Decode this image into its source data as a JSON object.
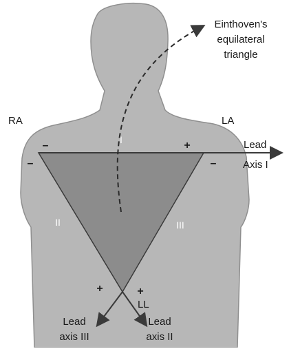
{
  "diagram": {
    "triangle_label": [
      "Einthoven's",
      "equilateral",
      "triangle"
    ],
    "electrodes": {
      "right_arm": "RA",
      "left_arm": "LA",
      "left_leg": "LL"
    },
    "lead_axes": {
      "axis_I": [
        "Lead",
        "Axis I"
      ],
      "axis_II": [
        "Lead",
        "axis II"
      ],
      "axis_III": [
        "Lead",
        "axis III"
      ]
    },
    "leads": {
      "I": "I",
      "II": "II",
      "III": "III"
    },
    "signs": {
      "minus": "–",
      "plus": "+"
    },
    "colors": {
      "body": "#b7b7b7",
      "body_outline": "#8f8f8f",
      "triangle": "#8c8c8c",
      "lines": "#3a3a3a"
    }
  }
}
